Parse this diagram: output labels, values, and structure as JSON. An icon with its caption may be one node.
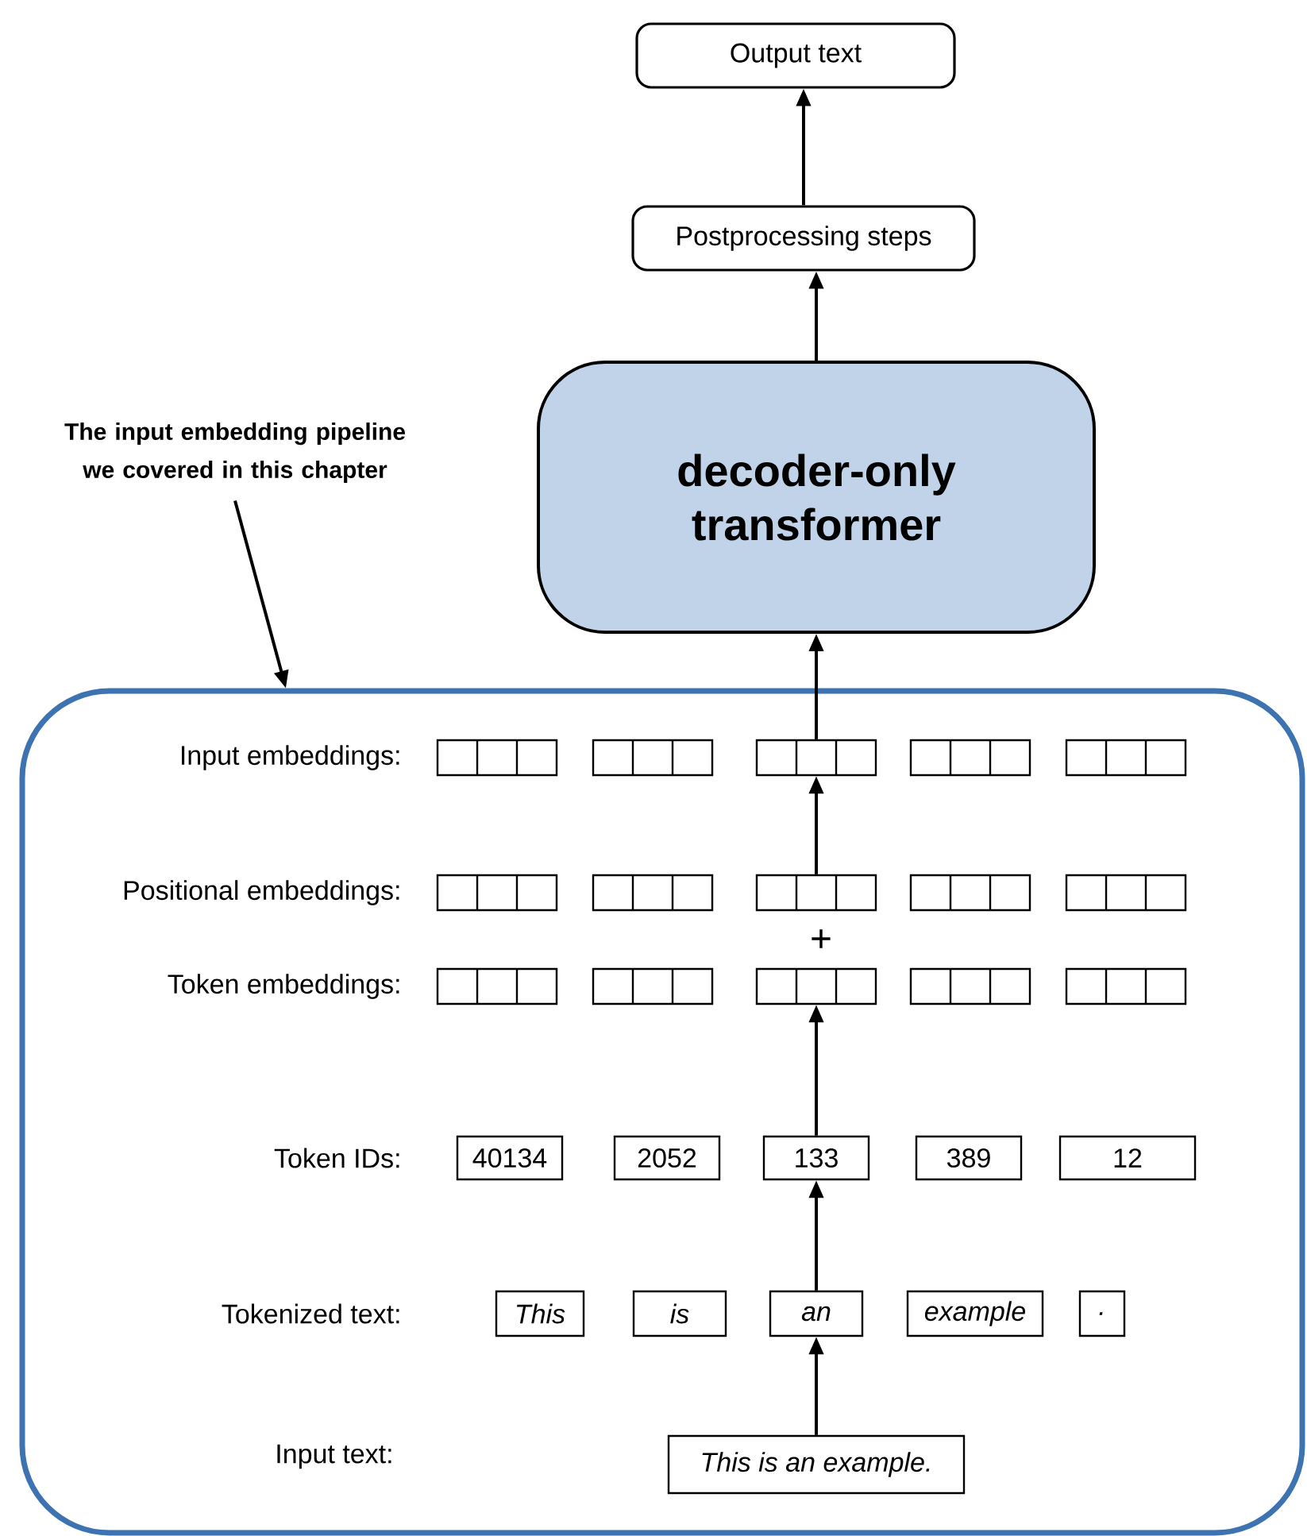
{
  "diagram": {
    "nodes": [
      {
        "text": [
          "Output text"
        ]
      },
      {
        "text": [
          "Postprocessing steps"
        ]
      },
      {
        "text": [
          "decoder-only transformer"
        ]
      },
      {
        "text": [],
        "shape": "box"
      },
      {
        "text": [
          "The input embedding pipeline we covered in this chapter"
        ]
      },
      {
        "text": [],
        "shape": "box",
        "in": 3
      },
      {
        "text": [],
        "shape": "box",
        "in": 3
      },
      {
        "text": [],
        "shape": "box",
        "in": 3
      },
      {
        "text": [],
        "shape": "box",
        "in": 3
      },
      {
        "text": [],
        "shape": "box",
        "in": 3
      },
      {
        "text": [],
        "shape": "box",
        "in": 3
      },
      {
        "text": [],
        "shape": "box",
        "in": 3
      },
      {
        "text": [],
        "shape": "box",
        "in": 3
      },
      {
        "text": [],
        "shape": "box",
        "in": 3
      },
      {
        "text": [],
        "shape": "box",
        "in": 3
      },
      {
        "text": [],
        "shape": "box",
        "in": 3
      },
      {
        "text": [],
        "shape": "box",
        "in": 3
      },
      {
        "text": [],
        "shape": "box",
        "in": 3
      },
      {
        "text": [],
        "shape": "box",
        "in": 3
      },
      {
        "text": [],
        "shape": "box",
        "in": 3
      },
      {
        "text": [
          "40134"
        ],
        "in": 3
      },
      {
        "text": [
          "2052"
        ],
        "in": 3
      },
      {
        "text": [
          "133"
        ],
        "in": 3
      },
      {
        "text": [
          "389"
        ],
        "in": 3
      },
      {
        "text": [
          "12"
        ],
        "in": 3
      },
      {
        "text": [
          "This"
        ],
        "in": 3
      },
      {
        "text": [
          "is"
        ],
        "in": 3
      },
      {
        "text": [
          "an"
        ],
        "in": 3
      },
      {
        "text": [
          "example"
        ],
        "in": 3
      },
      {
        "text": [
          "."
        ],
        "in": 3
      },
      {
        "text": [
          "This is an example."
        ],
        "in": 3
      }
    ],
    "edges": [
      {
        "from": 2,
        "to": 1,
        "arrow": "to"
      },
      {
        "from": 1,
        "to": 0,
        "arrow": "to"
      },
      {
        "from": 7,
        "to": 2,
        "arrow": "to"
      },
      {
        "from": 12,
        "to": 7,
        "arrow": "to"
      },
      {
        "from": 22,
        "to": 17,
        "arrow": "to"
      },
      {
        "from": 27,
        "to": 22,
        "arrow": "to"
      },
      {
        "from": 30,
        "to": 27,
        "arrow": "to"
      },
      {
        "from": 4,
        "to": 3,
        "arrow": "to"
      }
    ],
    "labels": [
      "Input embeddings:",
      "Positional embeddings:",
      "+",
      "Token embeddings:",
      "Token IDs:",
      "Tokenized text:",
      "Input text:"
    ]
  }
}
